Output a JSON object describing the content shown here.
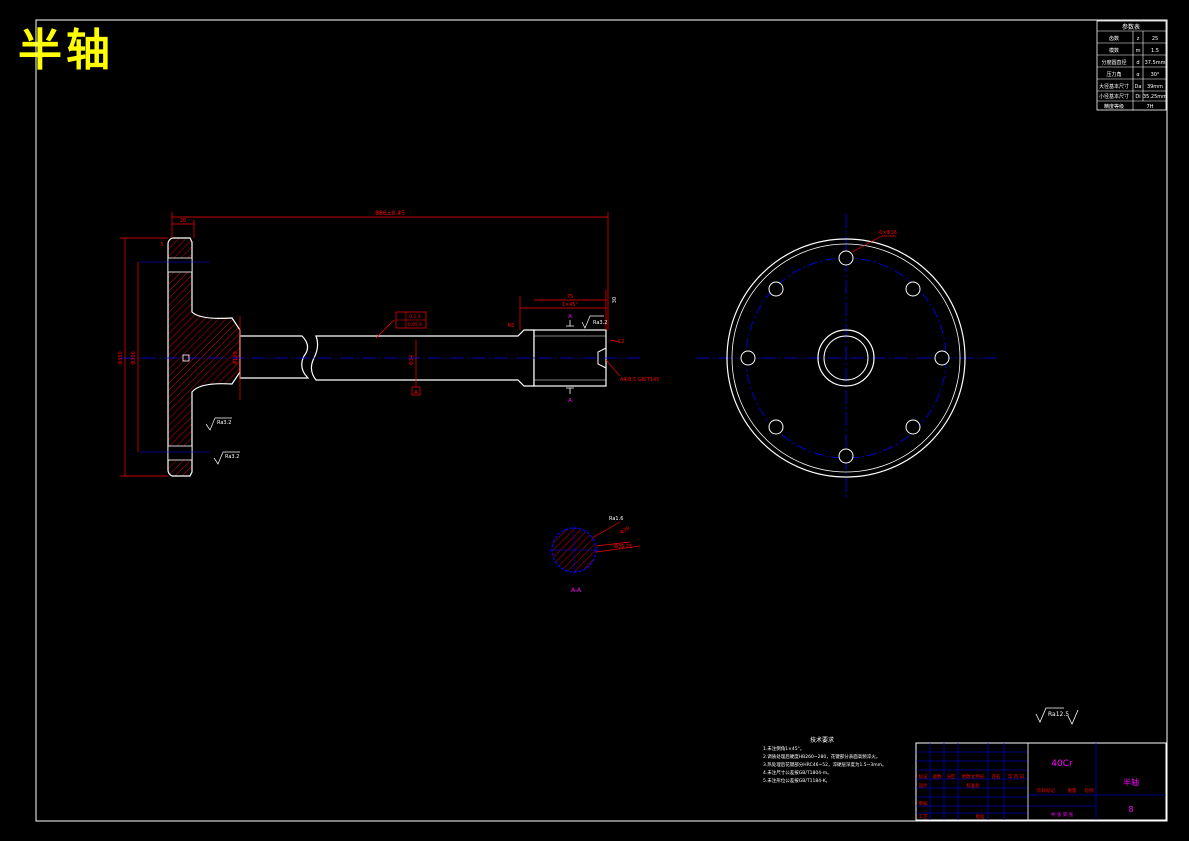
{
  "title": "半轴",
  "parameters_table": {
    "header": "参数表",
    "rows": [
      {
        "label": "齿数",
        "symbol": "z",
        "value": "25"
      },
      {
        "label": "模数",
        "symbol": "m",
        "value": "1.5"
      },
      {
        "label": "分度圆直径",
        "symbol": "d",
        "value": "37.5mm"
      },
      {
        "label": "压力角",
        "symbol": "α",
        "value": "30°"
      },
      {
        "label": "大径基本尺寸",
        "symbol": "Da",
        "value": "39mm"
      },
      {
        "label": "小径基本尺寸",
        "symbol": "Di",
        "value": "35.25mm"
      },
      {
        "label": "精度等级",
        "symbol": "",
        "value": "7H"
      }
    ]
  },
  "dimensions": {
    "overall_length": "886±0.45",
    "flange_thickness": "20",
    "flange_chamfer": "5",
    "flange_diameter": "Φ350",
    "bolt_circle": "Φ300",
    "bolt_hole": "Φ52",
    "hub_diameter": "Φ100",
    "shaft_diameter": "Φ34",
    "spline_length": "75",
    "spline_chamfer": "1×45°",
    "shaft_end": "C2",
    "undercut": "R5",
    "center_hole": "A4/8.5 GB/T145",
    "spline_dim": "30",
    "datum": "A",
    "tolerance_1": "0.1 A",
    "tolerance_2": "0.05 A",
    "roughness_1": "Ra3.2",
    "roughness_2": "Ra3.2",
    "roughness_3": "Ra3.2",
    "hole_callout": "6×Φ16",
    "section_label": "A-A",
    "section_mark": "A",
    "section_dim_1": "Φ39",
    "section_dim_2": "Φ35.25",
    "section_dim_3": "Ra1.6"
  },
  "general_roughness": "Ra12.5",
  "technical_requirements": {
    "header": "技术要求",
    "items": [
      "1.未注倒角1×45°。",
      "2.调质处理后硬度HB260~280，花键部分表面高频淬火。",
      "3.热处理后花键部分HRC46~52，淬硬层深度为1.5~3mm。",
      "4.未注尺寸公差按GB/T1804-m。",
      "5.未注形位公差按GB/T1184-K。"
    ]
  },
  "title_block": {
    "material": "40Cr",
    "part_name": "半轴",
    "drawing_no": "8",
    "row_labels": [
      "标记",
      "处数",
      "分区",
      "更改文件号",
      "签名",
      "年.月.日"
    ],
    "designer": "设计",
    "standardize": "标准化",
    "checker": "审核",
    "process": "工艺",
    "approve": "批准",
    "stage_label": "阶段标记",
    "weight_label": "重量",
    "scale_label": "比例",
    "sheet_label": "共 张  第 张"
  },
  "colors": {
    "outline": "#ffffff",
    "dimension": "#ff0000",
    "centerline": "#0000ff",
    "hatch": "#ff0000",
    "title": "#ffff00",
    "magenta": "#ff00ff"
  }
}
